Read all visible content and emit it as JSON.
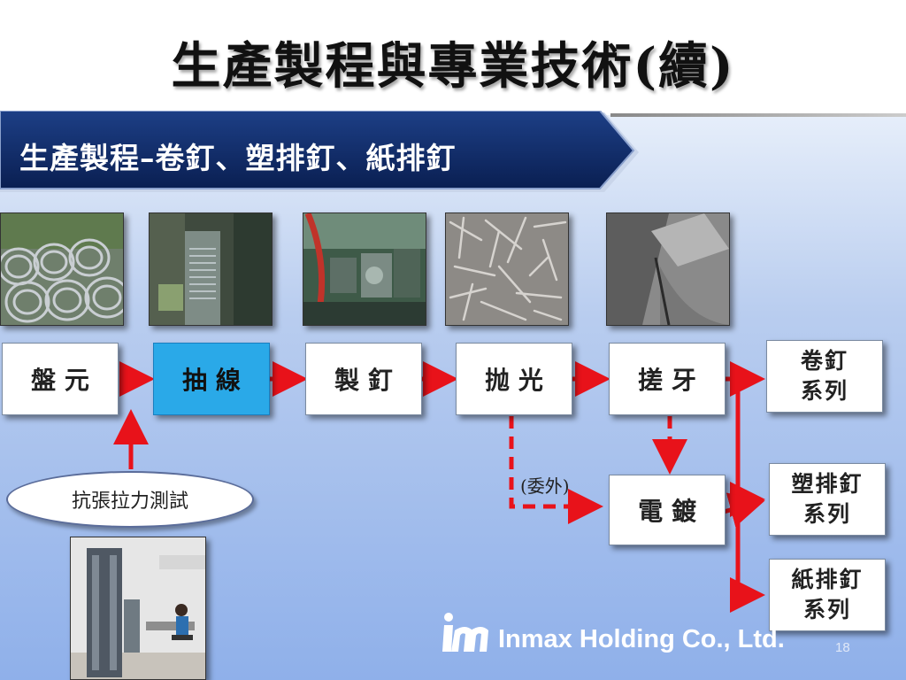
{
  "title": "生產製程與專業技術(續)",
  "banner": "生產製程–卷釘、塑排釘、紙排釘",
  "process_steps": [
    "盤 元",
    "抽 線",
    "製 釘",
    "抛 光",
    "搓 牙"
  ],
  "plating_step": "電 鍍",
  "outsourced_label": "(委外)",
  "test_label": "抗張拉力測試",
  "products": [
    {
      "line1": "卷釘",
      "line2": "系列"
    },
    {
      "line1": "塑排釘",
      "line2": "系列"
    },
    {
      "line1": "紙排釘",
      "line2": "系列"
    }
  ],
  "company": "Inmax Holding Co., Ltd.",
  "page_number": "18",
  "photos": [
    "wire-coils-photo",
    "wire-drawing-photo",
    "nail-making-machines-photo",
    "polished-nails-photo",
    "thread-rolling-photo",
    "tensile-test-lab-photo"
  ],
  "colors": {
    "banner": "#0d2a66",
    "active_step": "#2aa9e8",
    "arrow": "#e8121a"
  }
}
